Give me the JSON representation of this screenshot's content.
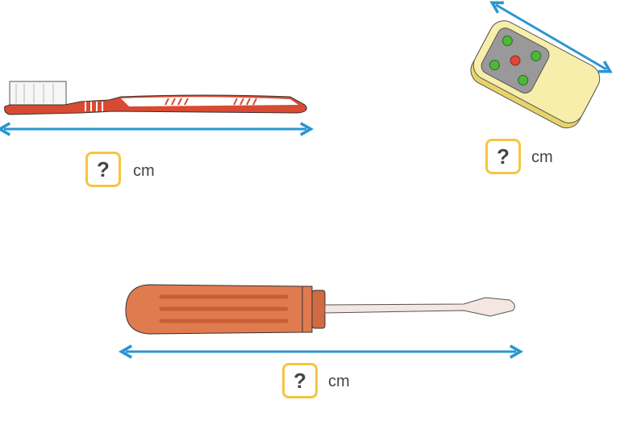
{
  "items": [
    {
      "name": "toothbrush",
      "answer_placeholder": "?",
      "unit": "cm"
    },
    {
      "name": "remote",
      "answer_placeholder": "?",
      "unit": "cm"
    },
    {
      "name": "screwdriver",
      "answer_placeholder": "?",
      "unit": "cm"
    }
  ],
  "colors": {
    "arrow": "#2a95d3",
    "box_border": "#f5c542",
    "toothbrush_red": "#d94a32",
    "remote_body": "#f4e9a0",
    "remote_panel": "#999999",
    "screwdriver_handle": "#e07a4f",
    "screwdriver_shaft": "#f4e6e0"
  }
}
